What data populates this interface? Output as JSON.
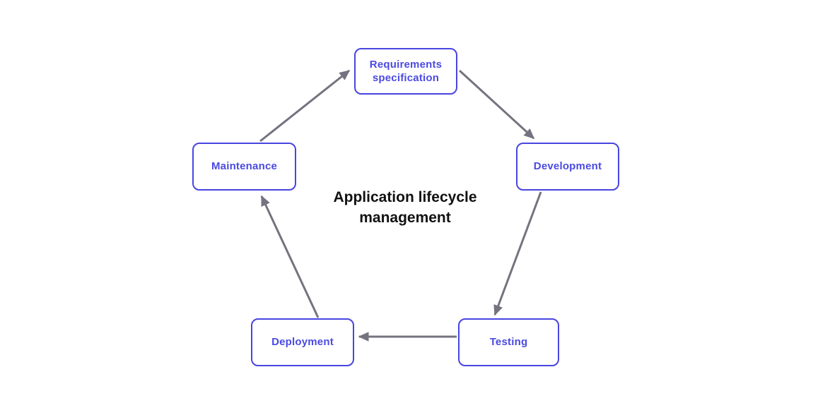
{
  "title": {
    "line1": "Application lifecycle",
    "line2": "management"
  },
  "nodes": {
    "requirements": "Requirements specification",
    "development": "Development",
    "testing": "Testing",
    "deployment": "Deployment",
    "maintenance": "Maintenance"
  },
  "edges": [
    {
      "from": "Requirements specification",
      "to": "Development"
    },
    {
      "from": "Development",
      "to": "Testing"
    },
    {
      "from": "Testing",
      "to": "Deployment"
    },
    {
      "from": "Deployment",
      "to": "Maintenance"
    },
    {
      "from": "Maintenance",
      "to": "Requirements specification"
    }
  ],
  "colors": {
    "background": "#ffffff",
    "node_border": "#4845e0",
    "node_text": "#4b4ae2",
    "arrow": "#75737f",
    "title": "#111111"
  }
}
